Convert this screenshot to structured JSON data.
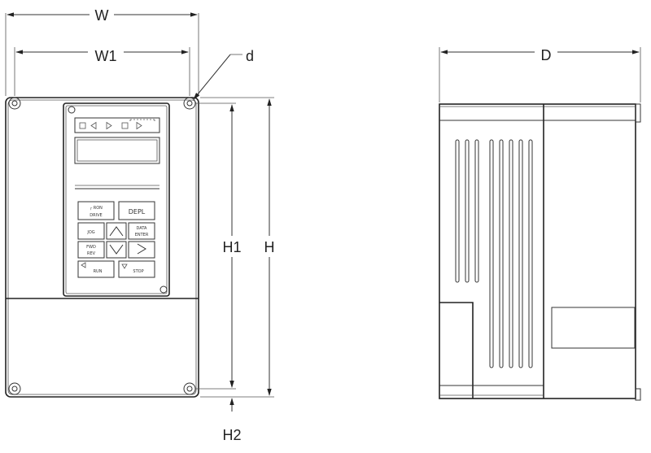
{
  "dimensions": {
    "w": "W",
    "w1": "W1",
    "d": "d",
    "h": "H",
    "h1": "H1",
    "h2": "H2",
    "depth": "D"
  }
}
